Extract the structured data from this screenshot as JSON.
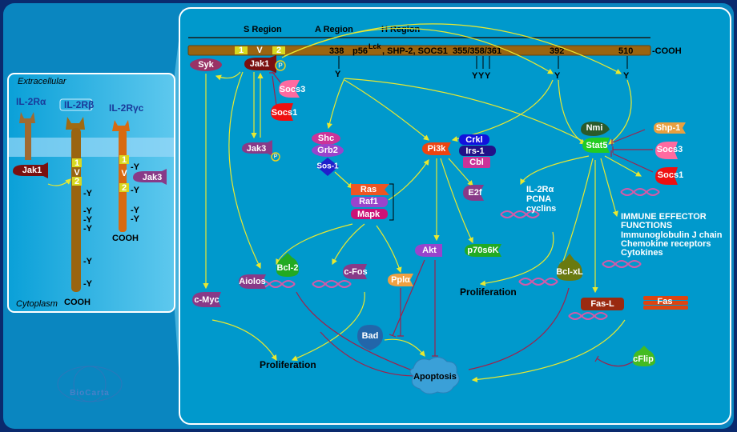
{
  "left_panel": {
    "extracellular": "Extracellular",
    "cytoplasm": "Cytoplasm",
    "receptors": [
      {
        "label": "IL-2Rα"
      },
      {
        "label": "IL-2Rβ"
      },
      {
        "label": "IL-2Rγc"
      }
    ],
    "jak1": "Jak1",
    "jak3": "Jak3",
    "box1": "1",
    "boxV": "V",
    "box2": "2",
    "y": "-Y",
    "cooh": "COOH",
    "logo": "BioCarta"
  },
  "main": {
    "regions": [
      "S Region",
      "A Region",
      "H Region"
    ],
    "bar": {
      "box1": "1",
      "boxV": "V",
      "box2": "2",
      "site338": "338",
      "p56": "p56",
      "lck": "Lck",
      "partners": ", SHP-2, SOCS1",
      "site355": "355/358/361",
      "site392": "392",
      "site510": "510",
      "cooh": "-COOH",
      "y": "Y"
    },
    "proteins": {
      "syk": "Syk",
      "jak1": "Jak1",
      "p": "P",
      "socs3a": "Socs3",
      "socs1a": "Socs1",
      "jak3": "Jak3",
      "shc": "Shc",
      "grb2": "Grb2",
      "sos1": "Sos-1",
      "ras": "Ras",
      "raf1": "Raf1",
      "mapk": "Mapk",
      "pi3k": "Pi3k",
      "crkl": "Crkl",
      "irs1": "Irs-1",
      "cbl": "Cbl",
      "e2f": "E2f",
      "akt": "Akt",
      "p70": "p70s6K",
      "ppla": "Pplα",
      "bad": "Bad",
      "aiolos": "Aiolos",
      "bcl2": "Bcl-2",
      "cfos": "c-Fos",
      "cmyc": "c-Myc",
      "bclxl": "Bcl-xL",
      "nmi": "Nmi",
      "stat5": "Stat5",
      "shp1": "Shp-1",
      "socs3b": "Socs3",
      "socs1b": "Socs1",
      "fasl": "Fas-L",
      "fas": "Fas",
      "cflip": "cFlip",
      "apoptosis": "Apoptosis"
    },
    "proliferation": "Proliferation",
    "targets": [
      "IL-2Rα",
      "PCNA",
      "cyclins"
    ],
    "immune": [
      "IMMUNE EFFECTOR",
      "FUNCTIONS",
      "Immunoglobulin J chain",
      "Chemokine receptors",
      "Cytokines"
    ]
  }
}
